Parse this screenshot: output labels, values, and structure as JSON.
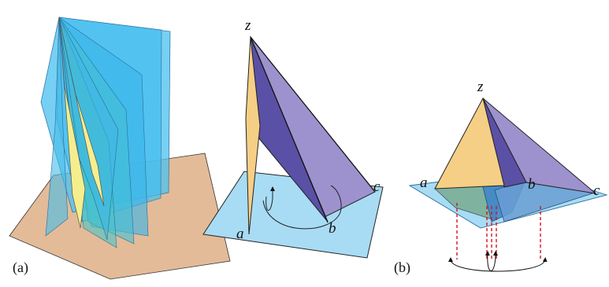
{
  "panels": {
    "left_label": "(a)",
    "right_label": "(b)"
  },
  "labels": {
    "middle": {
      "z": "z",
      "a": "a",
      "b": "b",
      "c": "c"
    },
    "right": {
      "z": "z",
      "a": "a",
      "b": "b",
      "c": "c"
    }
  },
  "colors": {
    "base_plane_left": "#e3bb98",
    "base_plane": "#a8dcf4",
    "sheet_blue": "#35b8ec",
    "sheet_teal": "#4ac4c4",
    "fold_yellow": "#f6ee8e",
    "face_orange": "#f6cf86",
    "face_dark": "#5a50a6",
    "face_light": "#9d92ce",
    "projection_blue": "#3f86c8",
    "dashed_red": "#d7131c"
  }
}
